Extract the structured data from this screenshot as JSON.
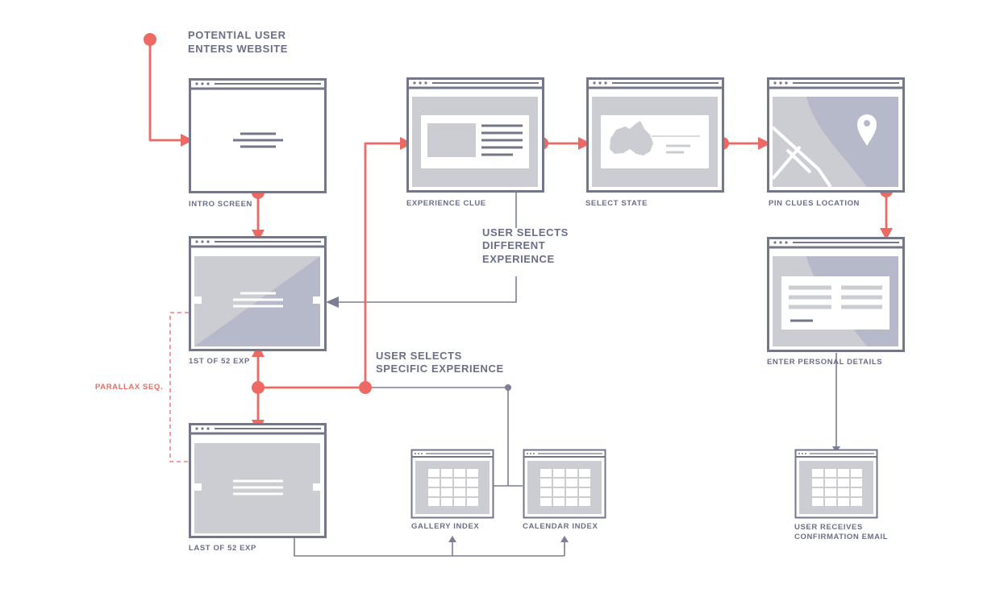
{
  "diagram": {
    "accent_color": "#ec6a63",
    "line_color": "#7c7e95",
    "frame_color": "#74768a",
    "panel_color": "#cbcdd2",
    "panel_dark_color": "#b6b9c9"
  },
  "labels": {
    "start": [
      "POTENTIAL USER",
      "ENTERS WEBSITE"
    ],
    "intro_screen": "INTRO SCREEN",
    "first_exp": "1ST OF 52 EXP",
    "last_exp": "LAST OF 52 EXP",
    "parallax": "PARALLAX SEQ.",
    "experience_clue": "EXPERIENCE CLUE",
    "select_state": "SELECT STATE",
    "pin_clues": "PIN CLUES LOCATION",
    "enter_details": "ENTER PERSONAL DETAILS",
    "gallery_index": "GALLERY INDEX",
    "calendar_index": "CALENDAR INDEX",
    "confirmation": [
      "USER RECEIVES",
      "CONFIRMATION EMAIL"
    ],
    "different_experience": [
      "USER SELECTS",
      "DIFFERENT",
      "EXPERIENCE"
    ],
    "specific_experience": [
      "USER SELECTS",
      "SPECIFIC EXPERIENCE"
    ]
  },
  "icons": {
    "window_dots": "browser-dots-icon",
    "location_pin": "map-pin-icon"
  }
}
